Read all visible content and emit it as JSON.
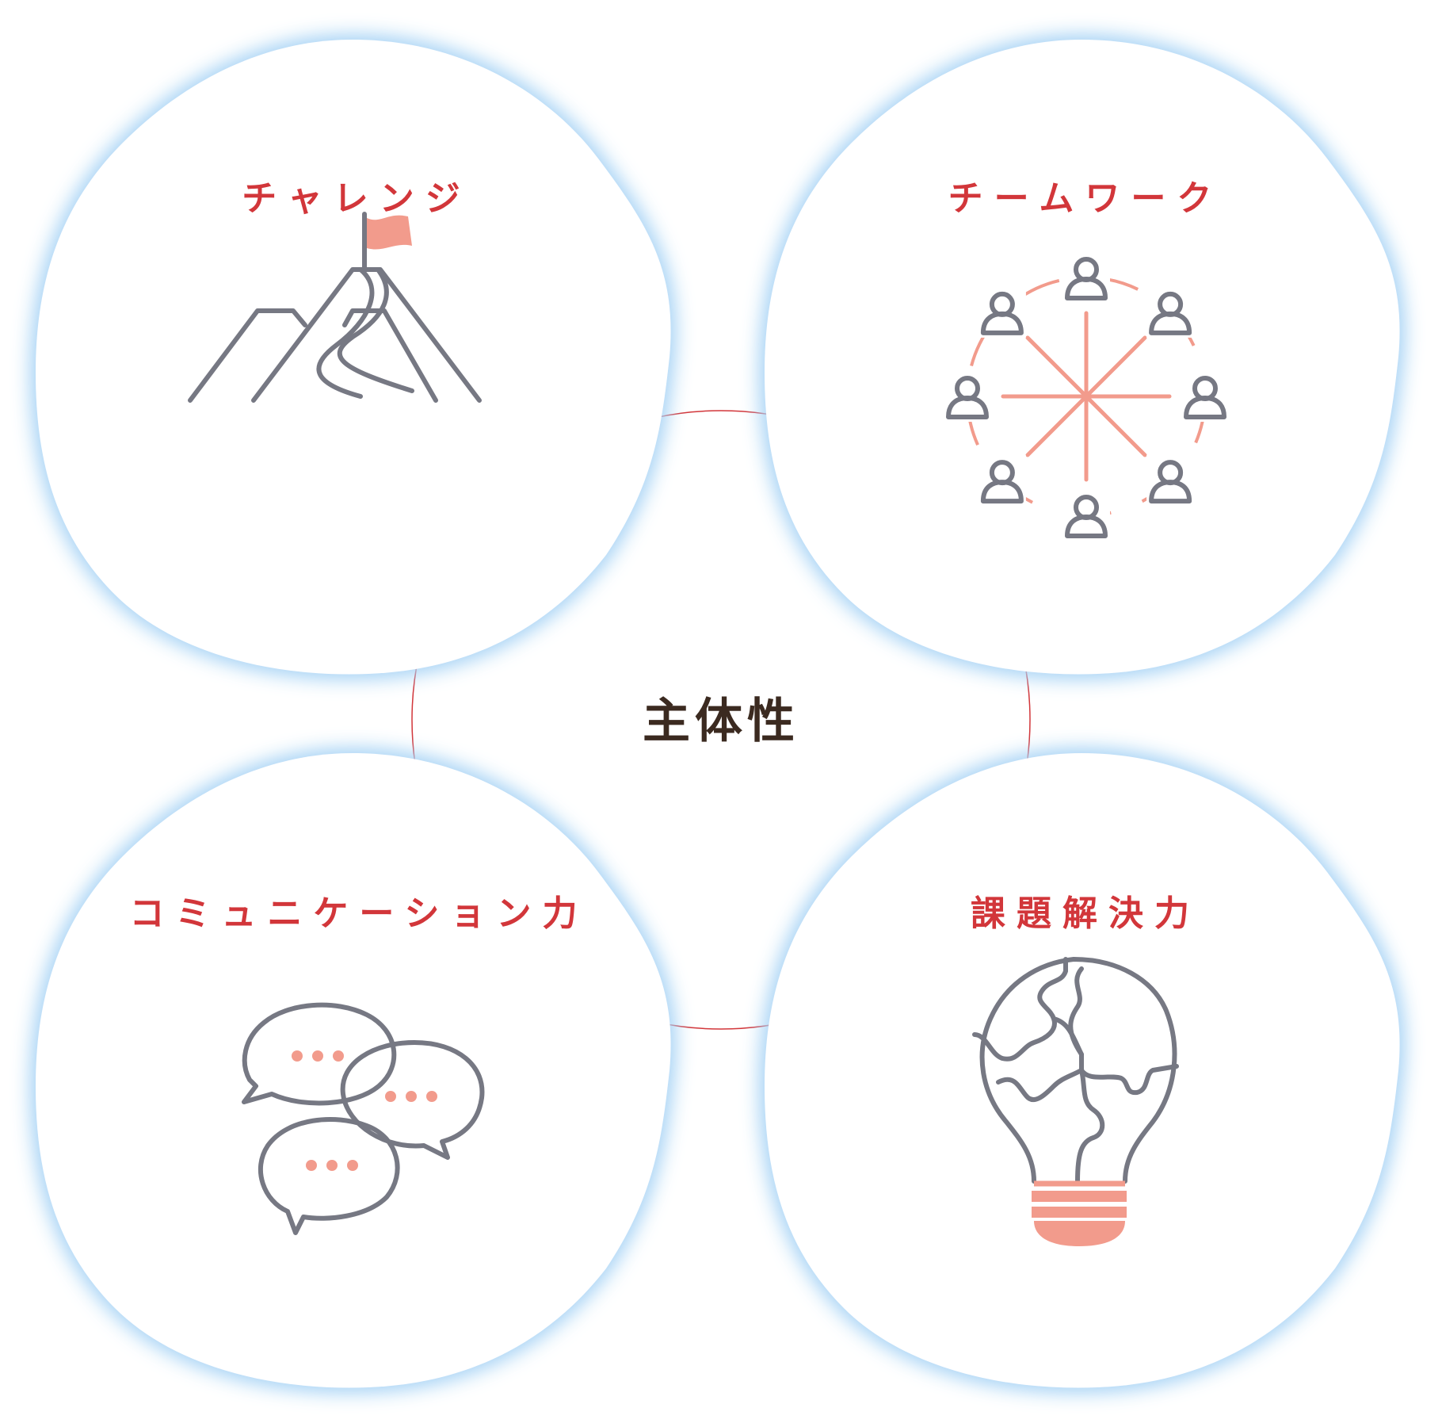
{
  "center": {
    "label": "主体性"
  },
  "blobs": [
    {
      "id": "challenge",
      "label": "チャレンジ",
      "icon": "mountain-flag-icon"
    },
    {
      "id": "teamwork",
      "label": "チームワーク",
      "icon": "team-circle-icon"
    },
    {
      "id": "communication",
      "label": "コミュニケーション力",
      "icon": "speech-bubbles-icon"
    },
    {
      "id": "problem-solving",
      "label": "課題解決力",
      "icon": "puzzle-bulb-icon"
    }
  ],
  "colors": {
    "label": "#d2363a",
    "center_label": "#3b2a20",
    "icon_stroke": "#767883",
    "icon_accent": "#f29b8c",
    "glow": "#a9d4f5",
    "connector": "#d2363a"
  }
}
